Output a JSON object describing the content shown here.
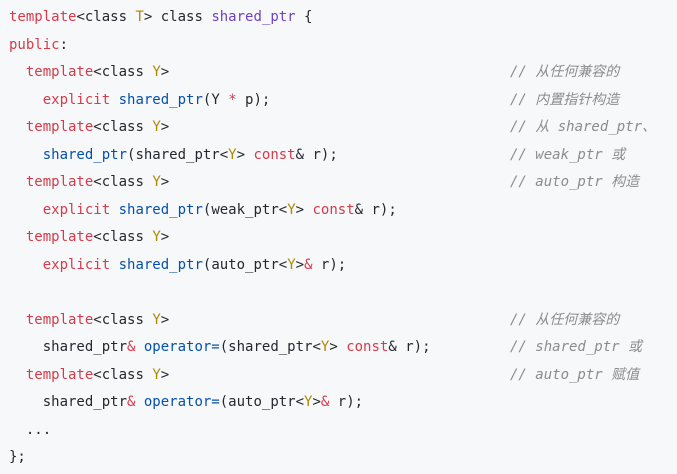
{
  "lines": [
    {
      "indent": "",
      "tokens": [
        {
          "t": "template",
          "c": "kw"
        },
        {
          "t": "<",
          "c": ""
        },
        {
          "t": "class",
          "c": ""
        },
        {
          "t": " T",
          "c": "tn"
        },
        {
          "t": "> class ",
          "c": ""
        },
        {
          "t": "shared_ptr",
          "c": "ty"
        },
        {
          "t": " {",
          "c": ""
        }
      ],
      "comment": ""
    },
    {
      "indent": "",
      "tokens": [
        {
          "t": "public",
          "c": "kw"
        },
        {
          "t": ":",
          "c": ""
        }
      ],
      "comment": ""
    },
    {
      "indent": "  ",
      "tokens": [
        {
          "t": "template",
          "c": "kw"
        },
        {
          "t": "<class ",
          "c": ""
        },
        {
          "t": "Y",
          "c": "tn"
        },
        {
          "t": ">",
          "c": ""
        }
      ],
      "comment": "// 从任何兼容的"
    },
    {
      "indent": "    ",
      "tokens": [
        {
          "t": "explicit",
          "c": "kw"
        },
        {
          "t": " ",
          "c": ""
        },
        {
          "t": "shared_ptr",
          "c": "fn"
        },
        {
          "t": "(Y ",
          "c": ""
        },
        {
          "t": "*",
          "c": "op"
        },
        {
          "t": " p);",
          "c": ""
        }
      ],
      "comment": "// 内置指针构造"
    },
    {
      "indent": "  ",
      "tokens": [
        {
          "t": "template",
          "c": "kw"
        },
        {
          "t": "<class ",
          "c": ""
        },
        {
          "t": "Y",
          "c": "tn"
        },
        {
          "t": ">",
          "c": ""
        }
      ],
      "comment": "// 从 shared_ptr、"
    },
    {
      "indent": "    ",
      "tokens": [
        {
          "t": "shared_ptr",
          "c": "fn"
        },
        {
          "t": "(shared_ptr<",
          "c": ""
        },
        {
          "t": "Y",
          "c": "tn"
        },
        {
          "t": "> ",
          "c": ""
        },
        {
          "t": "const",
          "c": "kw"
        },
        {
          "t": "& r);",
          "c": ""
        }
      ],
      "comment": "// weak_ptr 或"
    },
    {
      "indent": "  ",
      "tokens": [
        {
          "t": "template",
          "c": "kw"
        },
        {
          "t": "<class ",
          "c": ""
        },
        {
          "t": "Y",
          "c": "tn"
        },
        {
          "t": ">",
          "c": ""
        }
      ],
      "comment": "// auto_ptr 构造"
    },
    {
      "indent": "    ",
      "tokens": [
        {
          "t": "explicit",
          "c": "kw"
        },
        {
          "t": " ",
          "c": ""
        },
        {
          "t": "shared_ptr",
          "c": "fn"
        },
        {
          "t": "(weak_ptr<",
          "c": ""
        },
        {
          "t": "Y",
          "c": "tn"
        },
        {
          "t": "> ",
          "c": ""
        },
        {
          "t": "const",
          "c": "kw"
        },
        {
          "t": "& r);",
          "c": ""
        }
      ],
      "comment": ""
    },
    {
      "indent": "  ",
      "tokens": [
        {
          "t": "template",
          "c": "kw"
        },
        {
          "t": "<class ",
          "c": ""
        },
        {
          "t": "Y",
          "c": "tn"
        },
        {
          "t": ">",
          "c": ""
        }
      ],
      "comment": ""
    },
    {
      "indent": "    ",
      "tokens": [
        {
          "t": "explicit",
          "c": "kw"
        },
        {
          "t": " ",
          "c": ""
        },
        {
          "t": "shared_ptr",
          "c": "fn"
        },
        {
          "t": "(auto_ptr<",
          "c": ""
        },
        {
          "t": "Y",
          "c": "tn"
        },
        {
          "t": ">",
          "c": ""
        },
        {
          "t": "&",
          "c": "op"
        },
        {
          "t": " r);",
          "c": ""
        }
      ],
      "comment": ""
    },
    {
      "indent": "",
      "tokens": [],
      "comment": ""
    },
    {
      "indent": "  ",
      "tokens": [
        {
          "t": "template",
          "c": "kw"
        },
        {
          "t": "<class ",
          "c": ""
        },
        {
          "t": "Y",
          "c": "tn"
        },
        {
          "t": ">",
          "c": ""
        }
      ],
      "comment": "// 从任何兼容的"
    },
    {
      "indent": "    ",
      "tokens": [
        {
          "t": "shared_ptr",
          "c": ""
        },
        {
          "t": "&",
          "c": "op"
        },
        {
          "t": " operator=",
          "c": "fn"
        },
        {
          "t": "(shared_ptr<",
          "c": ""
        },
        {
          "t": "Y",
          "c": "tn"
        },
        {
          "t": "> ",
          "c": ""
        },
        {
          "t": "const",
          "c": "kw"
        },
        {
          "t": "& r);",
          "c": ""
        }
      ],
      "comment": "// shared_ptr 或"
    },
    {
      "indent": "  ",
      "tokens": [
        {
          "t": "template",
          "c": "kw"
        },
        {
          "t": "<class ",
          "c": ""
        },
        {
          "t": "Y",
          "c": "tn"
        },
        {
          "t": ">",
          "c": ""
        }
      ],
      "comment": "// auto_ptr 赋值"
    },
    {
      "indent": "    ",
      "tokens": [
        {
          "t": "shared_ptr",
          "c": ""
        },
        {
          "t": "&",
          "c": "op"
        },
        {
          "t": " operator=",
          "c": "fn"
        },
        {
          "t": "(auto_ptr<",
          "c": ""
        },
        {
          "t": "Y",
          "c": "tn"
        },
        {
          "t": ">",
          "c": ""
        },
        {
          "t": "&",
          "c": "op"
        },
        {
          "t": " r);",
          "c": ""
        }
      ],
      "comment": ""
    },
    {
      "indent": "  ",
      "tokens": [
        {
          "t": "...",
          "c": ""
        }
      ],
      "comment": ""
    },
    {
      "indent": "",
      "tokens": [
        {
          "t": "};",
          "c": ""
        }
      ],
      "comment": ""
    }
  ],
  "colors": {
    "background": "#f6f8fa",
    "keyword": "#d73a49",
    "type": "#6f42c1",
    "template_param": "#b08800",
    "function": "#0550ae",
    "comment": "#8c8c8c"
  }
}
